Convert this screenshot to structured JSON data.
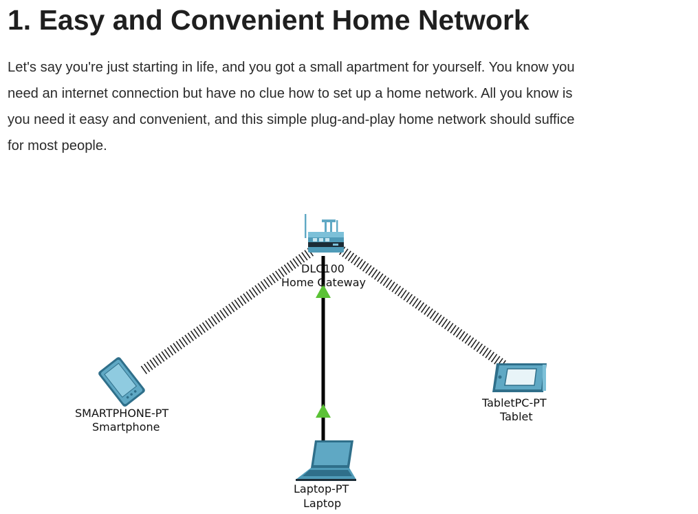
{
  "article": {
    "heading": "1. Easy and Convenient Home Network",
    "paragraph_lines": [
      "Let's say you're just starting in life, and you got a small apartment for yourself. You know you",
      "need an internet connection but have no clue how to set up a home network. All you know is",
      "you need it easy and convenient, and this simple plug-and-play home network should suffice",
      "for most people."
    ]
  },
  "diagram": {
    "nodes": {
      "gateway": {
        "model": "DLC100",
        "name": "Home Gateway",
        "icon": "home-gateway-icon"
      },
      "smartphone": {
        "model": "SMARTPHONE-PT",
        "name": "Smartphone",
        "icon": "smartphone-icon"
      },
      "tablet": {
        "model": "TabletPC-PT",
        "name": "Tablet",
        "icon": "tablet-icon"
      },
      "laptop": {
        "model": "Laptop-PT",
        "name": "Laptop",
        "icon": "laptop-icon"
      }
    },
    "links": [
      {
        "from": "gateway",
        "to": "smartphone",
        "type": "wireless"
      },
      {
        "from": "gateway",
        "to": "tablet",
        "type": "wireless"
      },
      {
        "from": "gateway",
        "to": "laptop",
        "type": "wired",
        "status": "up"
      }
    ],
    "colors": {
      "device": "#5fa8c4",
      "device_dark": "#2f6f8a",
      "link_up": "#5bc236",
      "wire": "#000000"
    }
  }
}
